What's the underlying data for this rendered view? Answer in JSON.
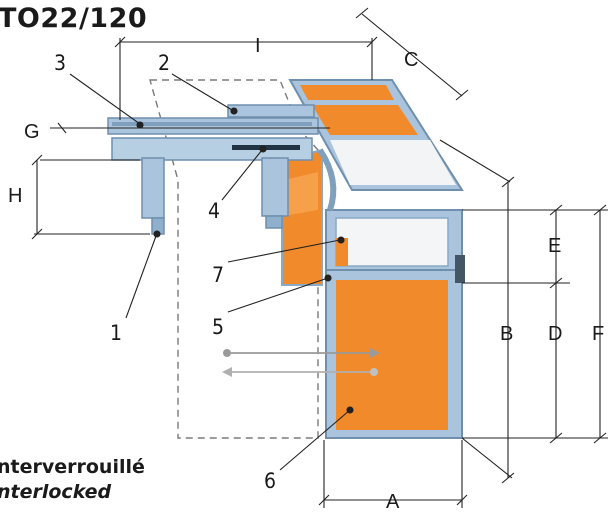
{
  "title": "TO22/120",
  "caption": {
    "fr": "nterverrouillé",
    "en": "nterlocked"
  },
  "dimension_labels": {
    "A": "A",
    "B": "B",
    "C": "C",
    "D": "D",
    "E": "E",
    "F": "F",
    "G": "G",
    "H": "H",
    "I": "I"
  },
  "part_numbers": {
    "p1": "1",
    "p2": "2",
    "p3": "3",
    "p4": "4",
    "p5": "5",
    "p6": "6",
    "p7": "7"
  },
  "colors": {
    "frame": "#a9c4dc",
    "frame_dark": "#7f9fbd",
    "panel": "#f08a2b",
    "panel_light": "#f6a04a",
    "line": "#222222",
    "dash": "#777777",
    "arrow": "#aaaaaa"
  }
}
